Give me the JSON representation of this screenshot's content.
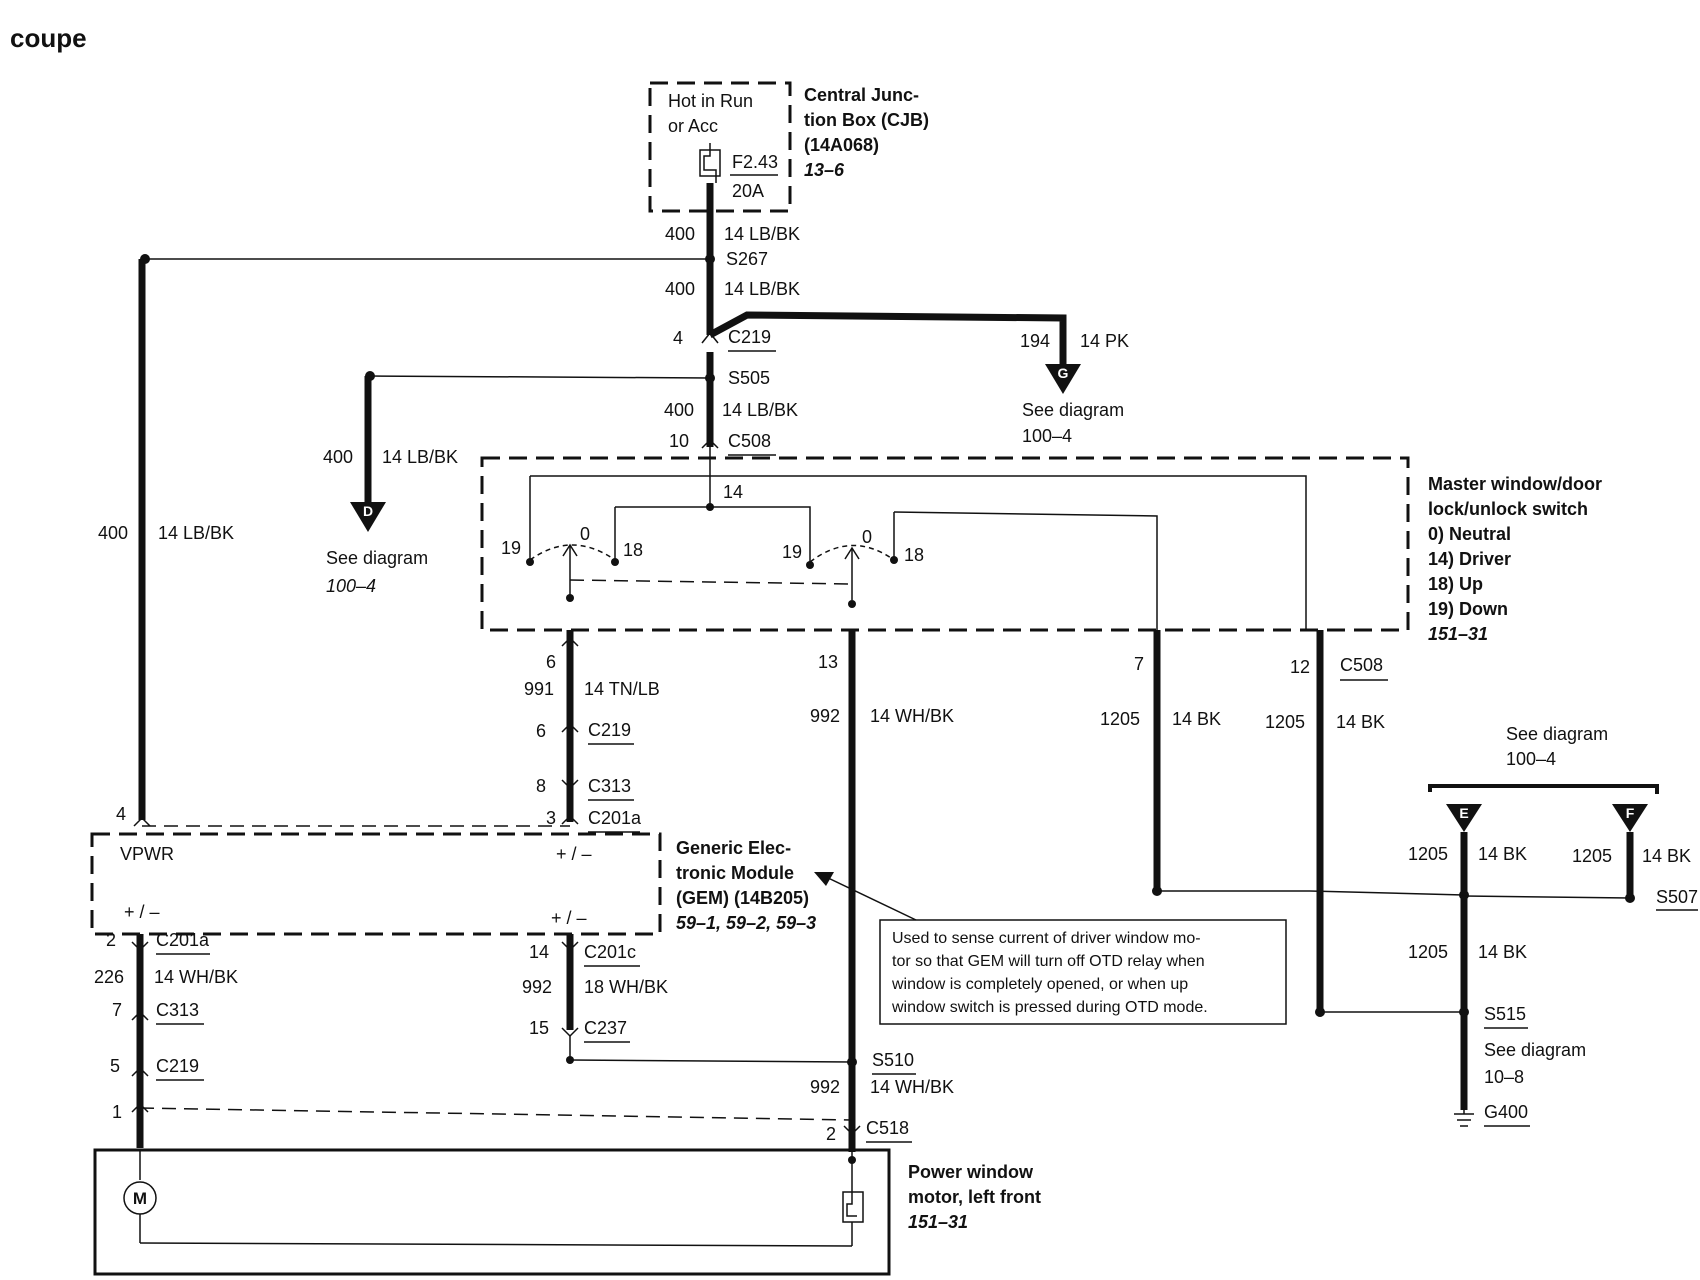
{
  "title": "coupe",
  "cjb": {
    "hot": [
      "Hot in Run",
      "or Acc"
    ],
    "fuse": "F2.43",
    "rating": "20A",
    "name": [
      "Central Junc-",
      "tion Box (CJB)",
      "(14A068)"
    ],
    "ref": "13–6"
  },
  "master_switch": {
    "name": [
      "Master window/door",
      "lock/unlock switch"
    ],
    "positions": [
      "0)   Neutral",
      "14)  Driver",
      "18)  Up",
      "19)  Down"
    ],
    "ref": "151–31",
    "terminals": [
      "14",
      "19",
      "0",
      "18",
      "19",
      "0",
      "18"
    ]
  },
  "gem": {
    "name": [
      "Generic Elec-",
      "tronic Module",
      "(GEM) (14B205)"
    ],
    "ref": "59–1, 59–2, 59–3",
    "vpwr": "VPWR",
    "pm": "+ / –"
  },
  "note": [
    "Used to sense current of driver window mo-",
    "tor so that GEM will turn off OTD relay when",
    "window is completely opened, or when up",
    "window switch is pressed during OTD mode."
  ],
  "motor": {
    "name": [
      "Power window",
      "motor, left front"
    ],
    "ref": "151–31",
    "symbol": "M"
  },
  "see_diagram": "See diagram",
  "refs": {
    "d": "100–4",
    "g": "100–4",
    "ef": "100–4",
    "g400": "10–8"
  },
  "connectors": {
    "s267": "S267",
    "c219": "C219",
    "s505": "S505",
    "c508": "C508",
    "c313": "C313",
    "c201a": "C201a",
    "c201c": "C201c",
    "c237": "C237",
    "s510": "S510",
    "c518": "C518",
    "s507": "S507",
    "s515": "S515",
    "g400": "G400"
  },
  "flags": [
    "D",
    "G",
    "E",
    "F"
  ],
  "labels": {
    "pin4": "4",
    "pin10": "10",
    "pin6": "6",
    "pin8": "8",
    "pin3": "3",
    "pin13": "13",
    "pin7": "7",
    "pin12": "12",
    "pin2": "2",
    "pin5": "5",
    "pin1": "1",
    "pin14": "14",
    "pin15": "15",
    "c400": "400",
    "lbbk": "14 LB/BK",
    "c194": "194",
    "pk": "14 PK",
    "c991": "991",
    "tnlb": "14 TN/LB",
    "c992": "992",
    "whbk14": "14 WH/BK",
    "whbk18": "18 WH/BK",
    "c1205": "1205",
    "bk": "14 BK",
    "c226": "226"
  }
}
